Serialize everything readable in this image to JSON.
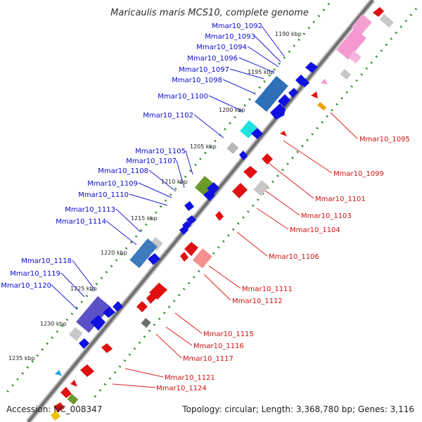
{
  "title": "Maricaulis maris MCS10, complete genome",
  "footer": {
    "accession": "Accession: NC_008347",
    "topology": "Topology: circular; Length: 3,368,780 bp; Genes: 3,116"
  },
  "colors": {
    "backbone": "#707070",
    "forward_label": "#0a0ad0",
    "reverse_label": "#d01010",
    "gc_dots": "#2a8a2a",
    "forward_gene": "#1010e0",
    "reverse_gene": "#e01010"
  },
  "scale_ticks": [
    "1190 kbp",
    "1195 kbp",
    "1200 kbp",
    "1205 kbp",
    "1210 kbp",
    "1215 kbp",
    "1220 kbp",
    "1225 kbp",
    "1230 kbp",
    "1235 kbp"
  ],
  "forward_labels": [
    "Mmar10_1092",
    "Mmar10_1093",
    "Mmar10_1094",
    "Mmar10_1096",
    "Mmar10_1097",
    "Mmar10_1098",
    "Mmar10_1100",
    "Mmar10_1102",
    "Mmar10_1105",
    "Mmar10_1107",
    "Mmar10_1108",
    "Mmar10_1109",
    "Mmar10_1110",
    "Mmar10_1113",
    "Mmar10_1114",
    "Mmar10_1118",
    "Mmar10_1119",
    "Mmar10_1120"
  ],
  "reverse_labels": [
    "Mmar10_1095",
    "Mmar10_1099",
    "Mmar10_1101",
    "Mmar10_1103",
    "Mmar10_1104",
    "Mmar10_1106",
    "Mmar10_1111",
    "Mmar10_1112",
    "Mmar10_1115",
    "Mmar10_1116",
    "Mmar10_1117",
    "Mmar10_1121",
    "Mmar10_1124"
  ]
}
